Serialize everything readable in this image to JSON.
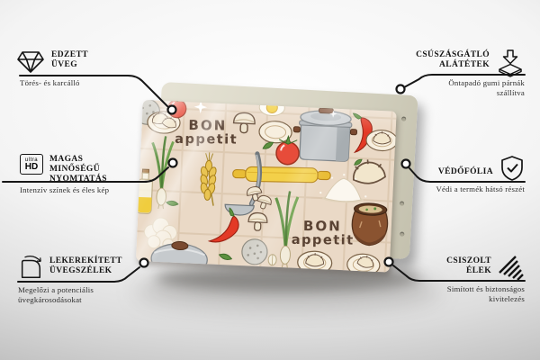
{
  "product": {
    "bon_appetit": {
      "line1": "BON",
      "line2": "appetit"
    }
  },
  "callouts": {
    "left": [
      {
        "icon": "diamond-icon",
        "title": "EDZETT ÜVEG",
        "subtitle": "Törés- és karcálló"
      },
      {
        "icon": "ultra-hd-icon",
        "icon_text_top": "ultra",
        "icon_text_bottom": "HD",
        "title": "MAGAS MINŐSÉGŰ NYOMTATÁS",
        "subtitle": "Intenzív színek és éles kép"
      },
      {
        "icon": "rounded-corner-icon",
        "title": "LEKEREKÍTETT ÜVEGSZÉLEK",
        "subtitle": "Megelőzi a potenciális üvegkárosodásokat"
      }
    ],
    "right": [
      {
        "icon": "anti-slip-pads-icon",
        "title": "CSÚSZÁSGÁTLÓ ALÁTÉTEK",
        "subtitle": "Öntapadó gumi párnák szállítva"
      },
      {
        "icon": "shield-check-icon",
        "title": "VÉDŐFÓLIA",
        "subtitle": "Védi a termék hátsó részét"
      },
      {
        "icon": "polished-edges-icon",
        "title": "CSISZOLT ÉLEK",
        "subtitle": "Simított és biztonságos kivitelezés"
      }
    ]
  },
  "colors": {
    "line": "#161616",
    "title": "#141414",
    "subtitle": "#2e2e2e",
    "print_background": "#ead9c6",
    "print_text": "#5a4334",
    "backing": "#d8d5c4",
    "accent_red": "#e74c3a",
    "accent_yellow": "#f3d049",
    "pot_gray": "#c3c7ca",
    "clay_brown": "#8a5330",
    "green": "#5d9140"
  }
}
